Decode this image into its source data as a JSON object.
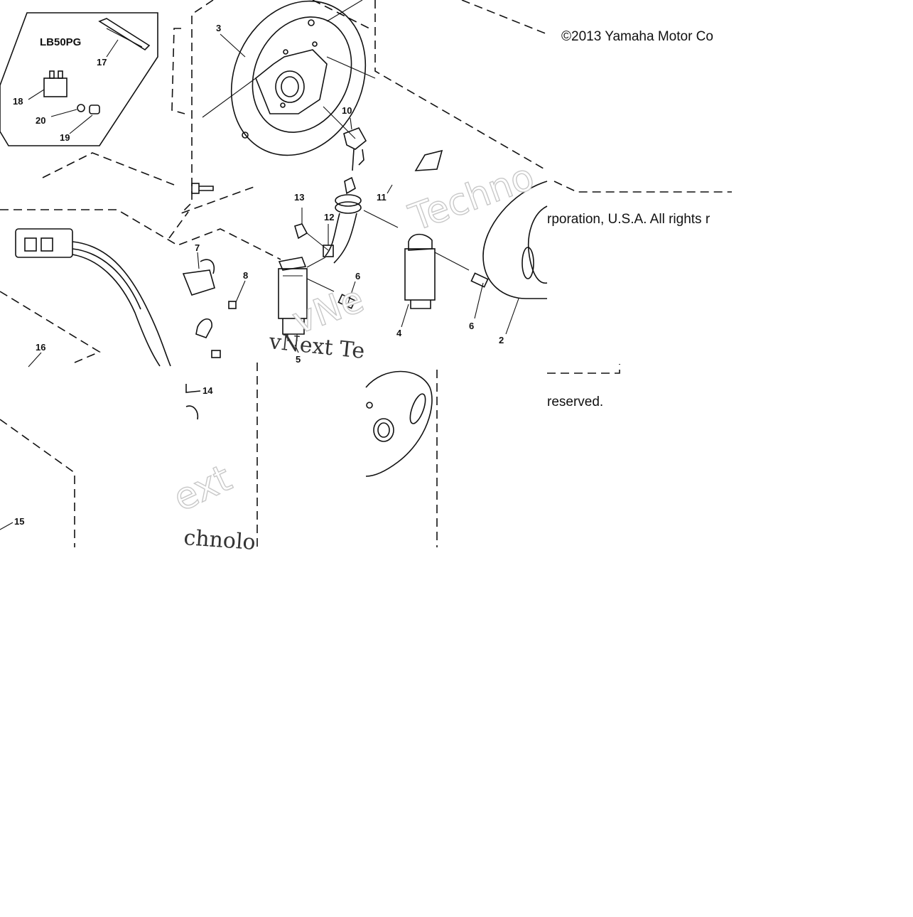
{
  "copyright": {
    "line1": "©2013 Yamaha Motor Co",
    "line2": "rporation, U.S.A. All rights r",
    "line3": "reserved."
  },
  "inset": {
    "title": "LB50PG"
  },
  "callouts": {
    "c2": "2",
    "c3": "3",
    "c4": "4",
    "c5": "5",
    "c6a": "6",
    "c6b": "6",
    "c7": "7",
    "c8": "8",
    "c10": "10",
    "c11": "11",
    "c12": "12",
    "c13": "13",
    "c14": "14",
    "c15": "15",
    "c16": "16",
    "c17": "17",
    "c18": "18",
    "c19": "19",
    "c20": "20"
  },
  "watermarks": {
    "w1": "Techno",
    "w2": "vNext Te",
    "w3": "ext",
    "w4": "chnolo",
    "w5": "vNe"
  },
  "colors": {
    "line": "#111111",
    "background": "#ffffff",
    "watermark_outline": "#c8c8c8"
  }
}
